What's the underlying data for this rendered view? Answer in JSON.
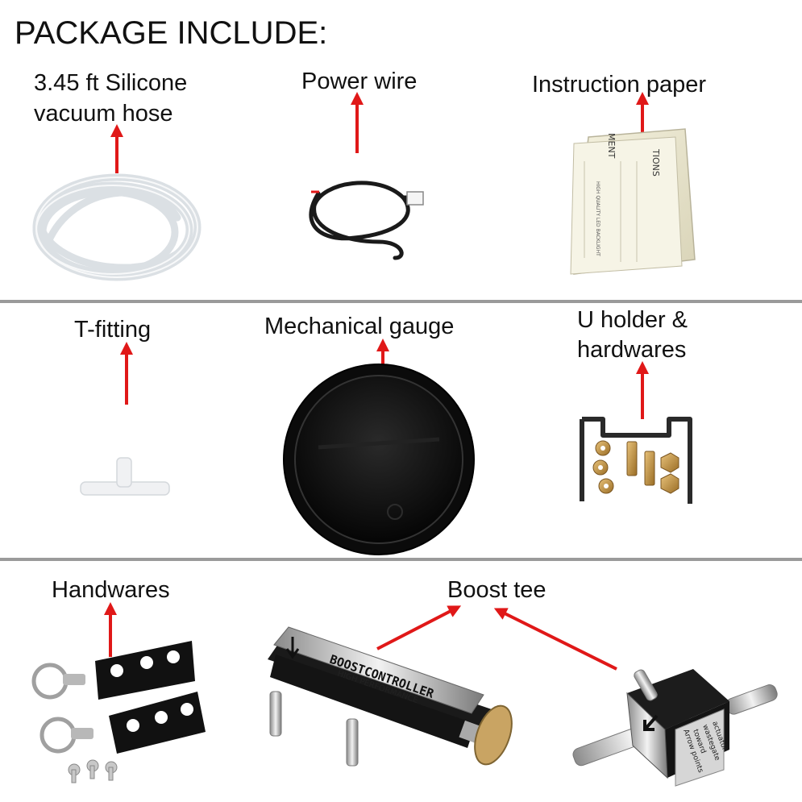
{
  "page_title": "PACKAGE INCLUDE:",
  "accent_color": "#e01818",
  "divider_color": "#9a9a9a",
  "items": {
    "hose": {
      "line1": "3.45 ft Silicone",
      "line2": "vacuum hose"
    },
    "power_wire": {
      "label": "Power wire"
    },
    "instruction": {
      "label": "Instruction paper",
      "doc_text_1": "TIONS",
      "doc_text_2": "MENT",
      "doc_text_3": "HIGH QUALITY LED BACKLIGHT"
    },
    "t_fitting": {
      "label": "T-fitting"
    },
    "gauge": {
      "label": "Mechanical gauge"
    },
    "u_holder": {
      "line1": "U holder &",
      "line2": "hardwares"
    },
    "handwares": {
      "label": "Handwares"
    },
    "boost_tee": {
      "label": "Boost tee",
      "brand_text": "BOOSTCONTROLLER",
      "sub_text": "HIGH PERFORMANCE",
      "tag_text_1": "Arrow points",
      "tag_text_2": "toward",
      "tag_text_3": "wastegate",
      "tag_text_4": "actuator"
    }
  }
}
